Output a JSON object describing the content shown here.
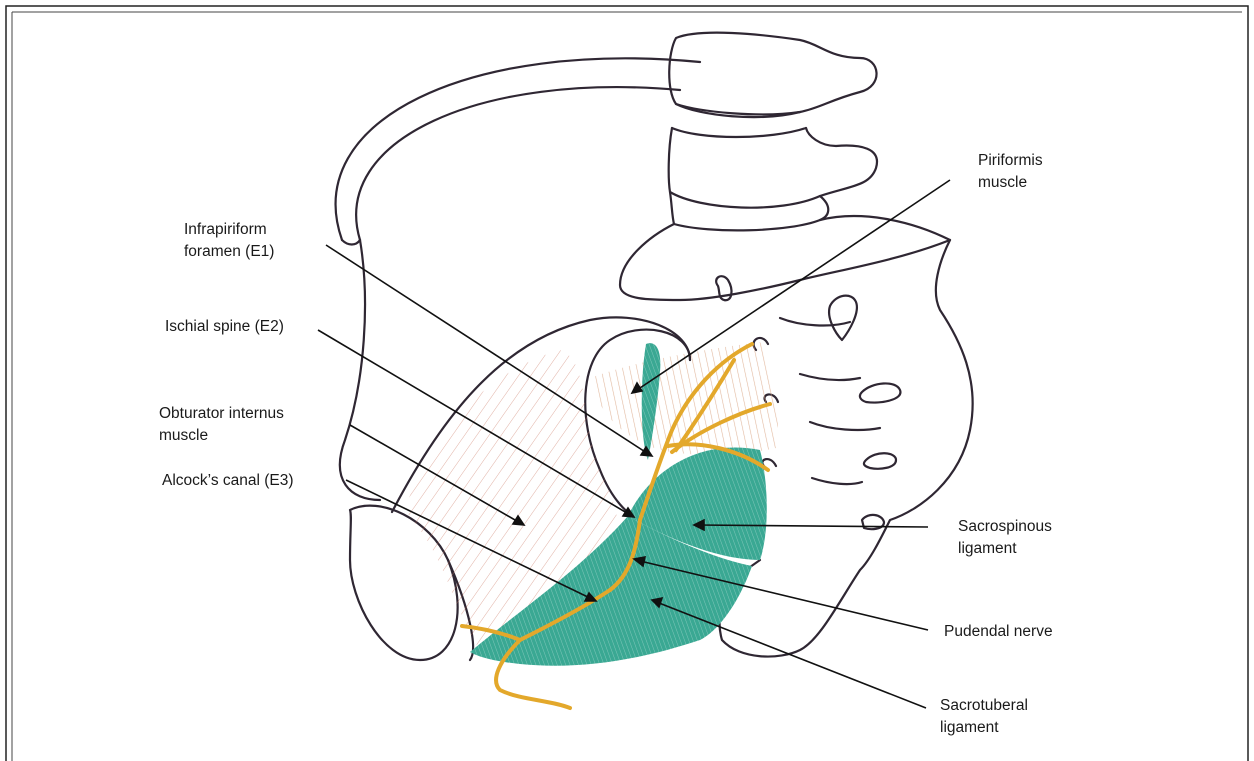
{
  "labels": {
    "infrapiriform": {
      "line1": "Infrapiriform",
      "line2": "foramen (E1)"
    },
    "ischial_spine": {
      "line1": "Ischial spine (E2)"
    },
    "obturator": {
      "line1": "Obturator internus",
      "line2": "muscle"
    },
    "alcock": {
      "line1": "Alcock’s canal (E3)"
    },
    "piriformis": {
      "line1": "Piriformis",
      "line2": "muscle"
    },
    "sacrospinous": {
      "line1": "Sacrospinous",
      "line2": "ligament"
    },
    "pudendal": {
      "line1": "Pudendal nerve"
    },
    "sacrotuberal": {
      "line1": "Sacrotuberal",
      "line2": "ligament"
    }
  },
  "colors": {
    "outline": "#2f2733",
    "ligament": "#3aa893",
    "nerve": "#e3a82b",
    "obturator_muscle": "#c9705a",
    "piriformis_muscle": "#d9a27e",
    "frame": "#222222"
  }
}
